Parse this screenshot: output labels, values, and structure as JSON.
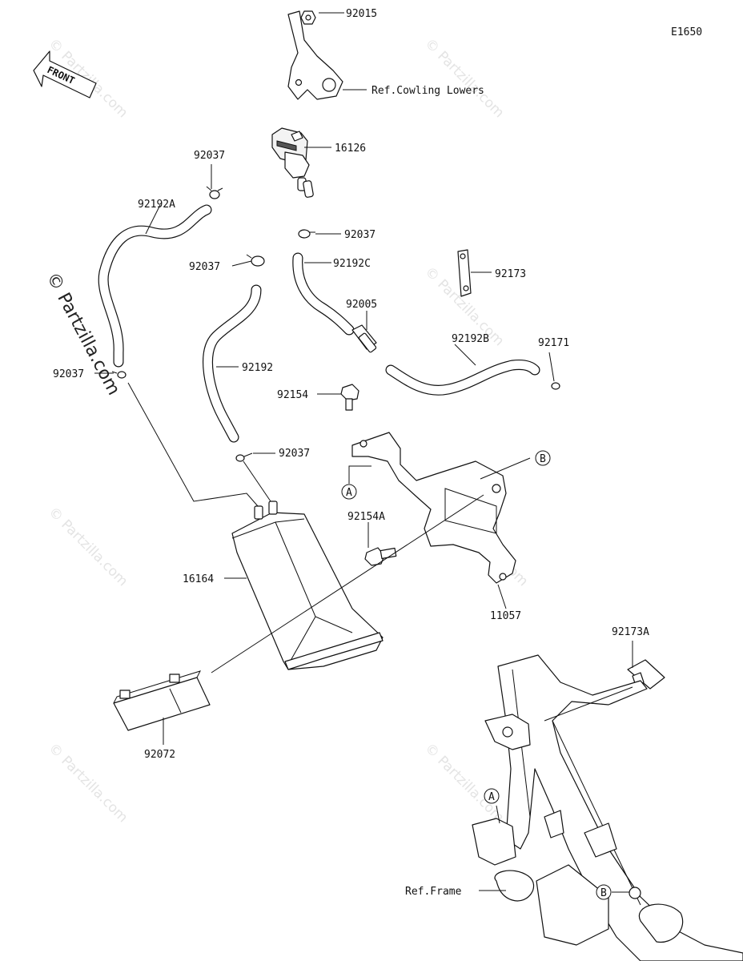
{
  "diagram": {
    "code": "E1650",
    "front_label": "FRONT",
    "watermark": "© Partzilla.com",
    "watermark_faint": "© Partzilla.com",
    "callouts": {
      "p92015": "92015",
      "ref_cowling": "Ref.Cowling Lowers",
      "p16126": "16126",
      "p92037_top": "92037",
      "p92192A": "92192A",
      "p92037_right": "92037",
      "p92037_left": "92037",
      "p92192C": "92192C",
      "p92173": "92173",
      "p92005": "92005",
      "p92192B": "92192B",
      "p92171": "92171",
      "p92037_side": "92037",
      "p92192": "92192",
      "p92154": "92154",
      "p92037_mid": "92037",
      "markA_upper": "A",
      "markB_upper": "B",
      "p92154A": "92154A",
      "p16164": "16164",
      "p11057": "11057",
      "p92173A": "92173A",
      "p92072": "92072",
      "markA_lower": "A",
      "ref_frame": "Ref.Frame",
      "markB_lower": "B"
    }
  }
}
